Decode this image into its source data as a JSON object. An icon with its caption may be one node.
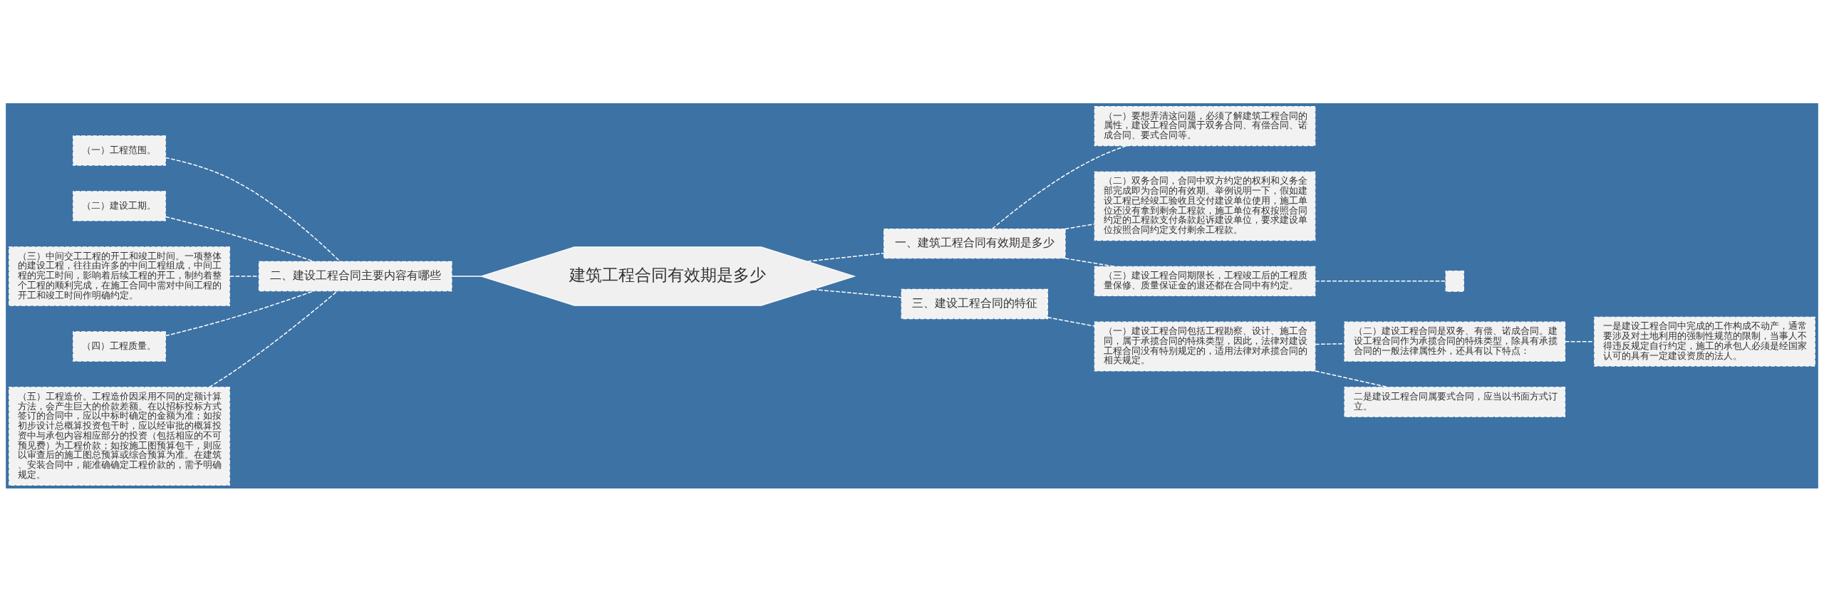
{
  "diagram": {
    "nodes": [
      {
        "text": [
          "建筑工程合同有效期是多少"
        ]
      },
      {
        "text": [
          "一、建筑工程合同有效期是多少"
        ]
      },
      {
        "text": [
          "（一）要想弄清这问题，必须了解建筑工程合同的属性，建设工程合同属于双务合同、有偿合同、诺成合同、要式合同等。"
        ]
      },
      {
        "text": [
          "（二）双务合同，合同中双方约定的权利和义务全部完成即为合同的有效期。举例说明一下，假如建设工程已经竣工验收且交付建设单位使用，施工单位还没有拿到剩余工程款，施工单位有权按照合同约定的工程款支付条款起诉建设单位，要求建设单位按照合同约定支付剩余工程款。"
        ]
      },
      {
        "text": [
          "（三）建设工程合同期限长，工程竣工后的工程质量保修、质量保证金的退还都在合同中有约定。"
        ]
      },
      {
        "text": [],
        "shape": "box"
      },
      {
        "text": [
          "二、建设工程合同主要内容有哪些"
        ]
      },
      {
        "text": [
          "（一）工程范围。"
        ]
      },
      {
        "text": [
          "（二）建设工期。"
        ]
      },
      {
        "text": [
          "（三）中间交工工程的开工和竣工时间。一项整体的建设工程，往往由许多的中间工程组成，中间工程的完工时间，影响着后续工程的开工，制约着整个工程的顺利完成，在施工合同中需对中间工程的开工和竣工时间作明确约定。"
        ]
      },
      {
        "text": [
          "（四）工程质量。"
        ]
      },
      {
        "text": [
          "（五）工程造价。工程造价因采用不同的定额计算方法，会产生巨大的价款差额。在以招标投标方式签订的合同中，应以中标时确定的金额为准；如按初步设计总概算投资包干时，应以经审批的概算投资中与承包内容相应部分的投资（包括相应的不可预见费）为工程价款；如按施工图预算包干，则应以审查后的施工图总预算或综合预算为准。在建筑、安装合同中，能准确确定工程价款的，需予明确规定。"
        ]
      },
      {
        "text": [
          "三、建设工程合同的特征"
        ]
      },
      {
        "text": [
          "（一）建设工程合同包括工程勘察、设计、施工合同，属于承揽合同的特殊类型，因此，法律对建设工程合同没有特别规定的，适用法律对承揽合同的相关规定。"
        ]
      },
      {
        "text": [
          "（二）建设工程合同是双务、有偿、诺成合同。建设工程合同作为承揽合同的特殊类型，除具有承揽合同的一般法律属性外，还具有以下特点："
        ]
      },
      {
        "text": [
          "一是建设工程合同中完成的工作构成不动产，通常要涉及对土地利用的强制性规范的限制，当事人不得违反规定自行约定，施工的承包人必须是经国家认可的具有一定建设资质的法人。"
        ]
      },
      {
        "text": [
          "二是建设工程合同属要式合同，应当以书面方式订立。"
        ]
      }
    ],
    "edges": [
      {
        "from": 0,
        "to": 1,
        "arrow": "none",
        "style": "dashed"
      },
      {
        "from": 1,
        "to": 2,
        "arrow": "none",
        "style": "dashed"
      },
      {
        "from": 1,
        "to": 3,
        "arrow": "none",
        "style": "dashed"
      },
      {
        "from": 1,
        "to": 4,
        "arrow": "none",
        "style": "dashed"
      },
      {
        "from": 4,
        "to": 5,
        "arrow": "none",
        "style": "dashed"
      },
      {
        "from": 0,
        "to": 6,
        "arrow": "none"
      },
      {
        "from": 6,
        "to": 7,
        "arrow": "none",
        "style": "dashed"
      },
      {
        "from": 6,
        "to": 8,
        "arrow": "none",
        "style": "dashed"
      },
      {
        "from": 6,
        "to": 9,
        "arrow": "none",
        "style": "dashed"
      },
      {
        "from": 6,
        "to": 10,
        "arrow": "none",
        "style": "dashed"
      },
      {
        "from": 6,
        "to": 11,
        "arrow": "none",
        "style": "dashed"
      },
      {
        "from": 0,
        "to": 12,
        "arrow": "none",
        "style": "dashed"
      },
      {
        "from": 12,
        "to": 13,
        "arrow": "none",
        "style": "dashed"
      },
      {
        "from": 13,
        "to": 14,
        "arrow": "none",
        "style": "dashed"
      },
      {
        "from": 14,
        "to": 15,
        "arrow": "none",
        "style": "dashed"
      },
      {
        "from": 13,
        "to": 16,
        "arrow": "none",
        "style": "dashed"
      }
    ]
  }
}
